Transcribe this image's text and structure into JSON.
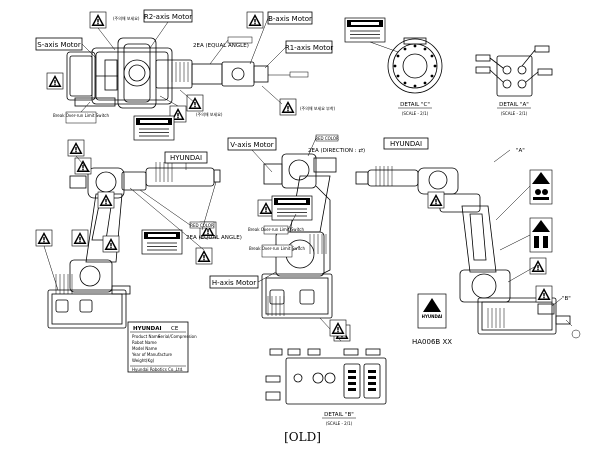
{
  "labels": {
    "s_axis_motor": "S-axis Motor",
    "r2_axis_motor": "R2-axis Motor",
    "b_axis_motor": "B-axis Motor",
    "r1_axis_motor": "R1-axis Motor",
    "v_axis_motor": "V-axis Motor",
    "h_axis_motor": "H-axis Motor",
    "qty_equal_angle_top": "2EA (EQUAL ANGLE)",
    "qty_equal_angle_left": "2EA (EQUAL ANGLE)",
    "qty_direction": "2EA (DIRECTION : ⇄)",
    "red_color_1": "RED COLOR",
    "red_color_2": "RED COLOR",
    "hyundai_left": "HYUNDAI",
    "hyundai_right": "HYUNDAI",
    "model_code": "HA006B XX",
    "detail_a_marker": "\"A\"",
    "detail_b_marker": "\"B\"",
    "detail_c": "DETAIL \"C\"",
    "detail_c_scale": "(SCALE - 2/1)",
    "detail_a": "DETAIL \"A\"",
    "detail_a_scale": "(SCALE - 2/1)",
    "detail_b": "DETAIL \"B\"",
    "detail_b_scale": "(SCALE - 2/1)",
    "limit_switch_1": "Break Over-run Limit Switch",
    "limit_switch_2": "Break Over-run Limit Switch",
    "limit_switch_3": "Break Over-run Limit Switch",
    "plate_brand": "HYUNDAI",
    "plate_marks": "CE",
    "plate_rows": [
      "Product Name",
      "Robot Name",
      "Model Name",
      "Year of Manufacture",
      "Weight(Kg)"
    ],
    "plate_right": "Serial/Compression",
    "plate_footer": "Hyundai Robotics Co.,Ltd.",
    "hyundai_small": "HYUNDAI",
    "footer": "[OLD]"
  }
}
